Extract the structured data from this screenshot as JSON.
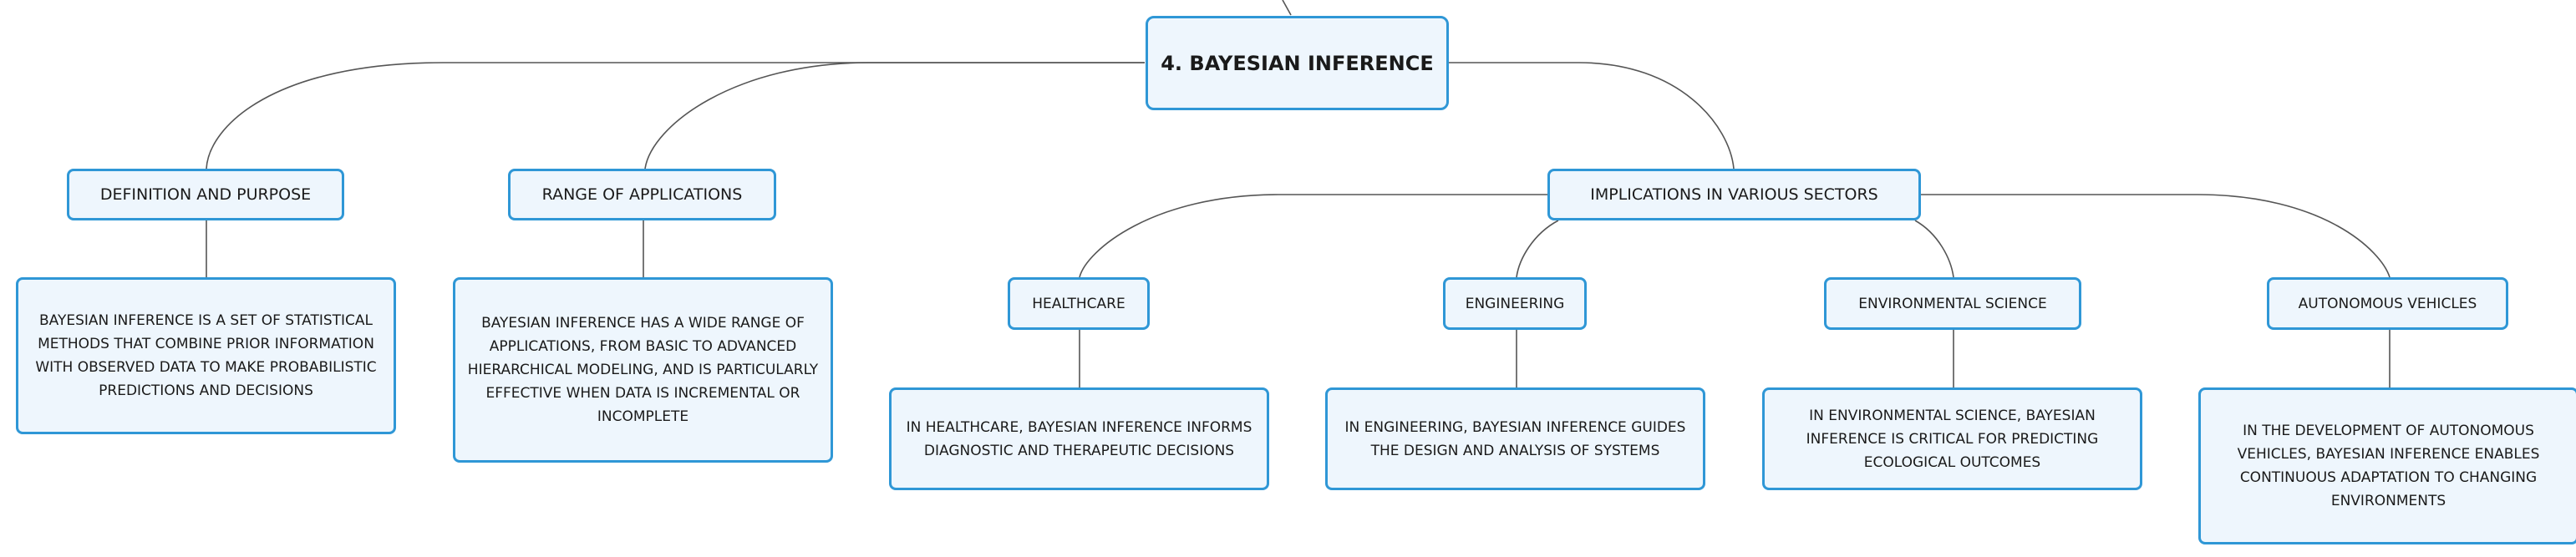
{
  "root": {
    "label": "4. BAYESIAN INFERENCE"
  },
  "branches": [
    {
      "label": "DEFINITION AND PURPOSE",
      "desc": "BAYESIAN INFERENCE IS A SET OF STATISTICAL METHODS THAT COMBINE PRIOR INFORMATION WITH OBSERVED DATA TO MAKE PROBABILISTIC PREDICTIONS AND DECISIONS"
    },
    {
      "label": "RANGE OF APPLICATIONS",
      "desc": "BAYESIAN INFERENCE HAS A WIDE RANGE OF APPLICATIONS, FROM BASIC TO ADVANCED HIERARCHICAL MODELING, AND IS PARTICULARLY EFFECTIVE WHEN DATA IS INCREMENTAL OR INCOMPLETE"
    },
    {
      "label": "IMPLICATIONS IN VARIOUS SECTORS",
      "children": [
        {
          "label": "HEALTHCARE",
          "desc": "IN HEALTHCARE, BAYESIAN INFERENCE INFORMS DIAGNOSTIC AND THERAPEUTIC DECISIONS"
        },
        {
          "label": "ENGINEERING",
          "desc": "IN ENGINEERING, BAYESIAN INFERENCE GUIDES THE DESIGN AND ANALYSIS OF SYSTEMS"
        },
        {
          "label": "ENVIRONMENTAL SCIENCE",
          "desc": "IN ENVIRONMENTAL SCIENCE, BAYESIAN INFERENCE IS CRITICAL FOR PREDICTING ECOLOGICAL OUTCOMES"
        },
        {
          "label": "AUTONOMOUS VEHICLES",
          "desc": "IN THE DEVELOPMENT OF AUTONOMOUS VEHICLES, BAYESIAN INFERENCE ENABLES CONTINUOUS ADAPTATION TO CHANGING ENVIRONMENTS"
        }
      ]
    }
  ],
  "colors": {
    "border": "#2f97d6",
    "fill": "#eef6fd",
    "connector": "#555555"
  }
}
